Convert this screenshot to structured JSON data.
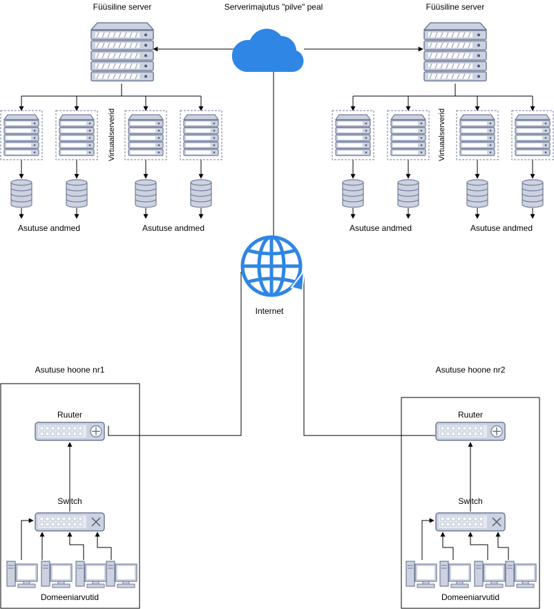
{
  "labels": {
    "cloud": "Serverimajutus \"pilve\" peal",
    "physical_left": "Füüsiline server",
    "physical_right": "Füüsiline server",
    "virtual_left": "Virtuaalserverid",
    "virtual_right": "Virtuaalserverid",
    "data_1": "Asutuse andmed",
    "data_2": "Asutuse andmed",
    "data_3": "Asutuse andmed",
    "data_4": "Asutuse andmed",
    "internet": "Internet",
    "building1": "Asutuse hoone nr1",
    "building2": "Asutuse hoone nr2",
    "router1": "Ruuter",
    "router2": "Ruuter",
    "switch1": "Switch",
    "switch2": "Switch",
    "computers1": "Domeeniarvutid",
    "computers2": "Domeeniarvutid"
  },
  "colors": {
    "icon_fill": "#cdd2e0",
    "icon_stroke": "#6f7b98",
    "icon_dark": "#4f5a76",
    "cloud_blue": "#2f86e4",
    "globe_blue": "#2f86e4",
    "line": "#000000"
  },
  "icons": [
    "cloud-icon",
    "globe-icon",
    "server-rack-icon",
    "database-icon",
    "router-icon",
    "switch-icon",
    "desktop-computer-icon"
  ]
}
